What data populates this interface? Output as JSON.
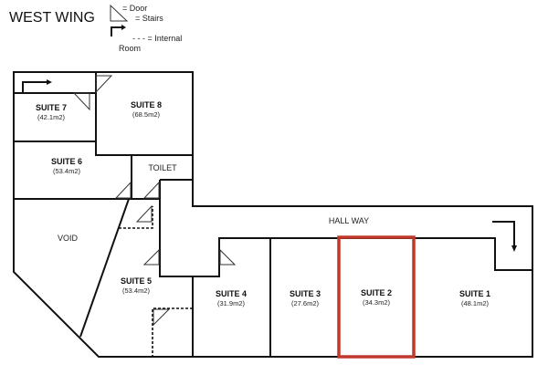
{
  "title": "WEST WING",
  "legend": {
    "door_stairs_line1": "= Door",
    "door_stairs_line2": "= Stairs",
    "internal_line1": "- - -  = Internal",
    "internal_line2": "Room"
  },
  "rooms": {
    "suite7": {
      "name": "SUITE 7",
      "area": "(42.1m2)"
    },
    "suite8": {
      "name": "SUITE 8",
      "area": "(68.5m2)"
    },
    "suite6": {
      "name": "SUITE 6",
      "area": "(53.4m2)"
    },
    "toilet": {
      "name": "TOILET"
    },
    "void": {
      "name": "VOID"
    },
    "suite5": {
      "name": "SUITE 5",
      "area": "(53.4m2)"
    },
    "suite4": {
      "name": "SUITE 4",
      "area": "(31.9m2)"
    },
    "suite3": {
      "name": "SUITE 3",
      "area": "(27.6m2)"
    },
    "suite2": {
      "name": "SUITE 2",
      "area": "(34.3m2)"
    },
    "suite1": {
      "name": "SUITE 1",
      "area": "(48.1m2)"
    },
    "hallway": {
      "name": "HALL WAY"
    }
  },
  "highlight": {
    "room": "SUITE 2",
    "color": "#c0392b"
  }
}
